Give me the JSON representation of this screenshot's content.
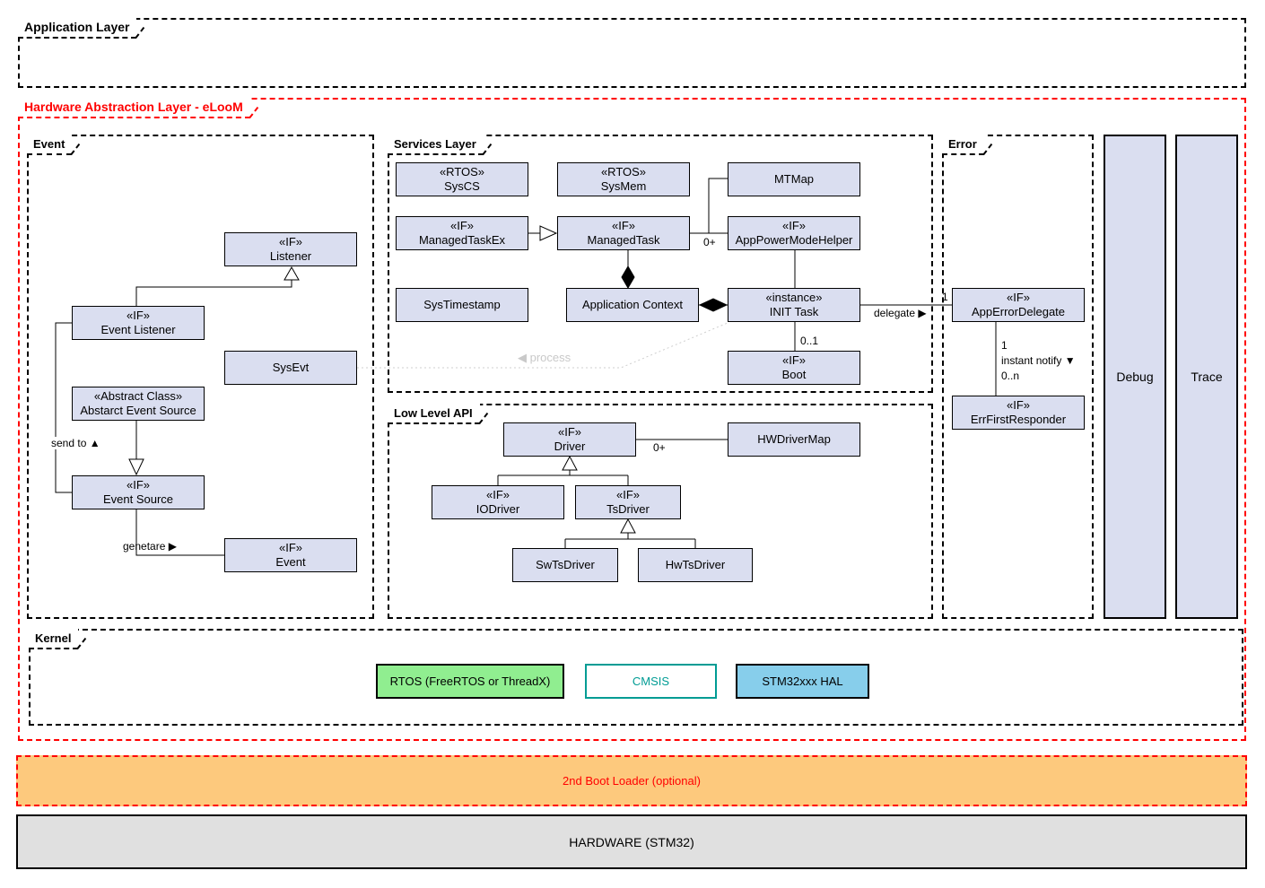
{
  "layers": {
    "application": "Application Layer",
    "hal": "Hardware Abstraction Layer - eLooM",
    "boot_loader": "2nd Boot Loader (optional)",
    "hardware": "HARDWARE (STM32)"
  },
  "frames": {
    "event": "Event",
    "services": "Services Layer",
    "low_level": "Low Level API",
    "error": "Error",
    "kernel": "Kernel"
  },
  "panels": {
    "debug": "Debug",
    "trace": "Trace"
  },
  "classes": {
    "listener": {
      "stereotype": "«IF»",
      "name": "Listener"
    },
    "event_listener": {
      "stereotype": "«IF»",
      "name": "Event Listener"
    },
    "sysevt": {
      "name": "SysEvt"
    },
    "abstract_event_source": {
      "stereotype": "«Abstract Class»",
      "name": "Abstarct Event Source"
    },
    "event_source": {
      "stereotype": "«IF»",
      "name": "Event Source"
    },
    "event": {
      "stereotype": "«IF»",
      "name": "Event"
    },
    "syscs": {
      "stereotype": "«RTOS»",
      "name": "SysCS"
    },
    "sysmem": {
      "stereotype": "«RTOS»",
      "name": "SysMem"
    },
    "mtmap": {
      "name": "MTMap"
    },
    "managed_task_ex": {
      "stereotype": "«IF»",
      "name": "ManagedTaskEx"
    },
    "managed_task": {
      "stereotype": "«IF»",
      "name": "ManagedTask"
    },
    "app_power_mode_helper": {
      "stereotype": "«IF»",
      "name": "AppPowerModeHelper"
    },
    "sys_timestamp": {
      "name": "SysTimestamp"
    },
    "application_context": {
      "name": "Application Context"
    },
    "init_task": {
      "stereotype": "«instance»",
      "name": "INIT Task"
    },
    "boot": {
      "stereotype": "«IF»",
      "name": "Boot"
    },
    "driver": {
      "stereotype": "«IF»",
      "name": "Driver"
    },
    "hw_driver_map": {
      "name": "HWDriverMap"
    },
    "io_driver": {
      "stereotype": "«IF»",
      "name": "IODriver"
    },
    "ts_driver": {
      "stereotype": "«IF»",
      "name": "TsDriver"
    },
    "sw_ts_driver": {
      "name": "SwTsDriver"
    },
    "hw_ts_driver": {
      "name": "HwTsDriver"
    },
    "app_error_delegate": {
      "stereotype": "«IF»",
      "name": "AppErrorDelegate"
    },
    "err_first_responder": {
      "stereotype": "«IF»",
      "name": "ErrFirstResponder"
    }
  },
  "kernel_components": {
    "rtos": "RTOS (FreeRTOS or ThreadX)",
    "cmsis": "CMSIS",
    "stm32_hal": "STM32xxx HAL"
  },
  "edge_labels": {
    "send_to": "send to ▲",
    "generate": "genetare ▶",
    "process": "◀ process",
    "managed_task_mult": "0+",
    "boot_mult": "0..1",
    "delegate": "delegate ▶",
    "delegate_mult": "1",
    "notify_mult_one": "1",
    "instant_notify": "instant notify ▼",
    "notify_mult_n": "0..n",
    "driver_mult": "0+"
  },
  "colors": {
    "class_fill": "#DADEF0",
    "frame_red": "#FF0000",
    "rtos_green": "#90EE90",
    "cmsis_teal": "#009C94",
    "hal_blue": "#87CEEB",
    "boot_orange": "#FDC97D",
    "hardware_gray": "#E0E0E0",
    "process_gray": "#C9C9C9"
  }
}
